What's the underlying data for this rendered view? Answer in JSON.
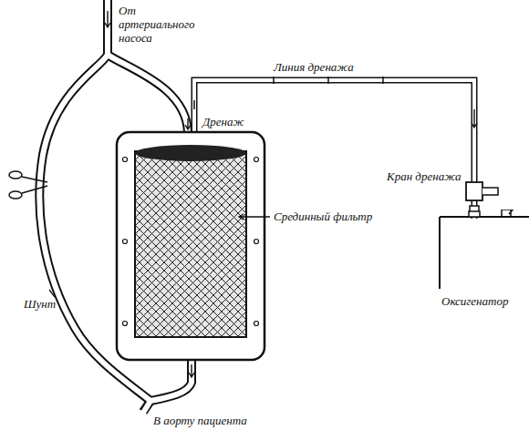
{
  "diagram": {
    "nodes": [
      {
        "text": [
          "Оксигенатор"
        ]
      }
    ],
    "labels": [
      "От артериального насоса",
      "Линия дренажа",
      "Дренаж",
      "Кран дренажа",
      "Срединный фильтр",
      "Шунт",
      "В аорту пациента"
    ]
  }
}
